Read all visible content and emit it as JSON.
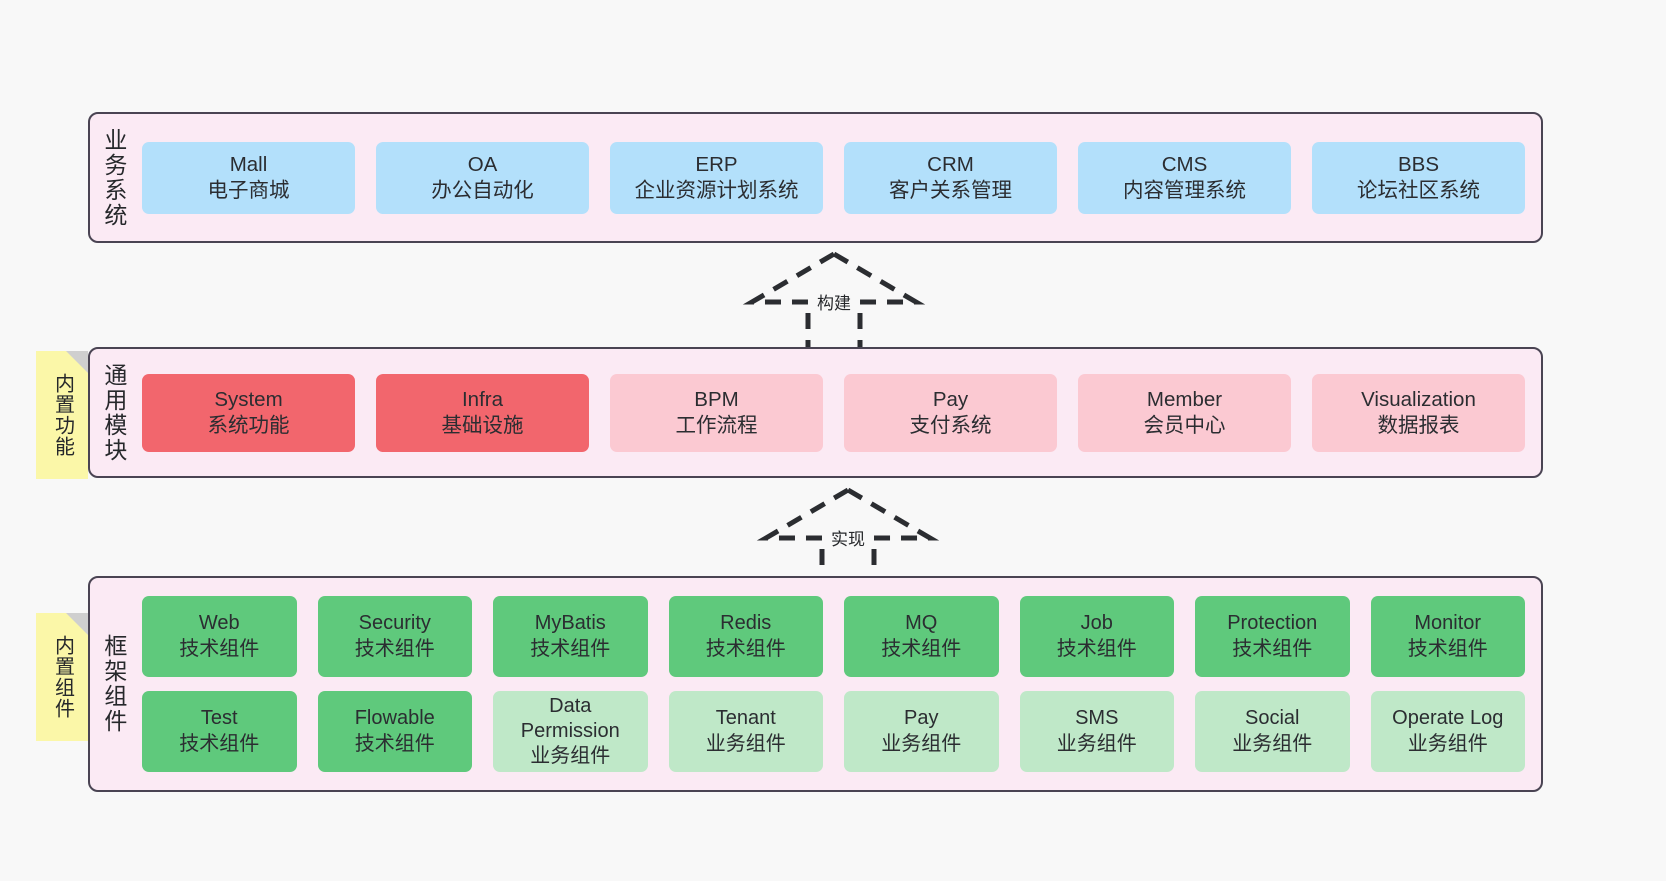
{
  "diagram": {
    "background_color": "#f8f8f8",
    "container_color": "#fbeaf4",
    "container_border_color": "#4a4453",
    "note_color": "#fbf7a8"
  },
  "layers": [
    {
      "id": "business",
      "title": "业务系统",
      "card_color": "#b3e0fb",
      "rows": [
        {
          "cards": [
            {
              "title": "Mall",
              "sub": "电子商城",
              "color": "#b3e0fb"
            },
            {
              "title": "OA",
              "sub": "办公自动化",
              "color": "#b3e0fb"
            },
            {
              "title": "ERP",
              "sub": "企业资源计划系统",
              "color": "#b3e0fb"
            },
            {
              "title": "CRM",
              "sub": "客户关系管理",
              "color": "#b3e0fb"
            },
            {
              "title": "CMS",
              "sub": "内容管理系统",
              "color": "#b3e0fb"
            },
            {
              "title": "BBS",
              "sub": "论坛社区系统",
              "color": "#b3e0fb"
            }
          ]
        }
      ]
    },
    {
      "id": "modules",
      "title": "通用模块",
      "card_color": "#fbc9d2",
      "rows": [
        {
          "cards": [
            {
              "title": "System",
              "sub": "系统功能",
              "color": "#f2666d"
            },
            {
              "title": "Infra",
              "sub": "基础设施",
              "color": "#f2666d"
            },
            {
              "title": "BPM",
              "sub": "工作流程",
              "color": "#fbc9d2"
            },
            {
              "title": "Pay",
              "sub": "支付系统",
              "color": "#fbc9d2"
            },
            {
              "title": "Member",
              "sub": "会员中心",
              "color": "#fbc9d2"
            },
            {
              "title": "Visualization",
              "sub": "数据报表",
              "color": "#fbc9d2"
            }
          ]
        }
      ]
    },
    {
      "id": "framework",
      "title": "框架组件",
      "card_color": "#5fc97c",
      "rows": [
        {
          "cards": [
            {
              "title": "Web",
              "sub": "技术组件",
              "color": "#5fc97c"
            },
            {
              "title": "Security",
              "sub": "技术组件",
              "color": "#5fc97c"
            },
            {
              "title": "MyBatis",
              "sub": "技术组件",
              "color": "#5fc97c"
            },
            {
              "title": "Redis",
              "sub": "技术组件",
              "color": "#5fc97c"
            },
            {
              "title": "MQ",
              "sub": "技术组件",
              "color": "#5fc97c"
            },
            {
              "title": "Job",
              "sub": "技术组件",
              "color": "#5fc97c"
            },
            {
              "title": "Protection",
              "sub": "技术组件",
              "color": "#5fc97c"
            },
            {
              "title": "Monitor",
              "sub": "技术组件",
              "color": "#5fc97c"
            }
          ]
        },
        {
          "cards": [
            {
              "title": "Test",
              "sub": "技术组件",
              "color": "#5fc97c"
            },
            {
              "title": "Flowable",
              "sub": "技术组件",
              "color": "#5fc97c"
            },
            {
              "title": "Data Permission",
              "sub": "业务组件",
              "color": "#bfe8c8"
            },
            {
              "title": "Tenant",
              "sub": "业务组件",
              "color": "#bfe8c8"
            },
            {
              "title": "Pay",
              "sub": "业务组件",
              "color": "#bfe8c8"
            },
            {
              "title": "SMS",
              "sub": "业务组件",
              "color": "#bfe8c8"
            },
            {
              "title": "Social",
              "sub": "业务组件",
              "color": "#bfe8c8"
            },
            {
              "title": "Operate Log",
              "sub": "业务组件",
              "color": "#bfe8c8"
            }
          ]
        }
      ]
    }
  ],
  "arrows": [
    {
      "id": "build",
      "label": "构建"
    },
    {
      "id": "realize",
      "label": "实现"
    }
  ],
  "notes": [
    {
      "id": "builtin-func",
      "text": "内置功能"
    },
    {
      "id": "builtin-comp",
      "text": "内置组件"
    }
  ]
}
